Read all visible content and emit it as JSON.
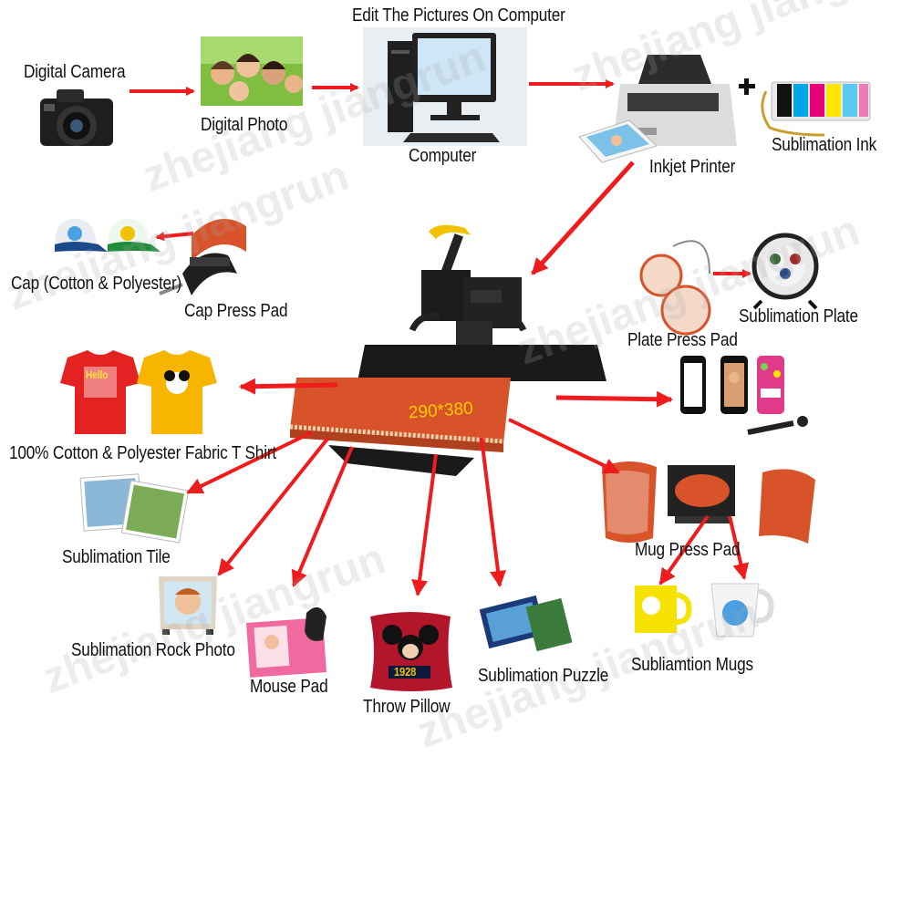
{
  "diagram": {
    "watermark": "zhejiang jiangrun",
    "heat_press_size": "290*380",
    "labels": {
      "digital_camera": "Digital Camera",
      "digital_photo": "Digital Photo",
      "edit_pictures": "Edit The Pictures On Computer",
      "computer": "Computer",
      "inkjet_printer": "Inkjet Printer",
      "sublimation_ink": "Sublimation Ink",
      "cap": "Cap (Cotton & Polyester)",
      "cap_press_pad": "Cap Press Pad",
      "sublimation_plate": "Sublimation Plate",
      "plate_press_pad": "Plate Press Pad",
      "tshirt": "100% Cotton & Polyester Fabric T Shirt",
      "sublimation_tile": "Sublimation Tile",
      "rock_photo": "Sublimation Rock Photo",
      "mouse_pad": "Mouse Pad",
      "throw_pillow": "Throw Pillow",
      "puzzle": "Sublimation Puzzle",
      "mug_press_pad": "Mug Press Pad",
      "mugs": "Subliamtion Mugs"
    },
    "shirt_texts": {
      "red_shirt": "Hello",
      "pillow_number": "1928"
    },
    "colors": {
      "arrow": "#ee1c1c",
      "press_plate": "#d8532a",
      "handle": "#f2c200"
    }
  }
}
